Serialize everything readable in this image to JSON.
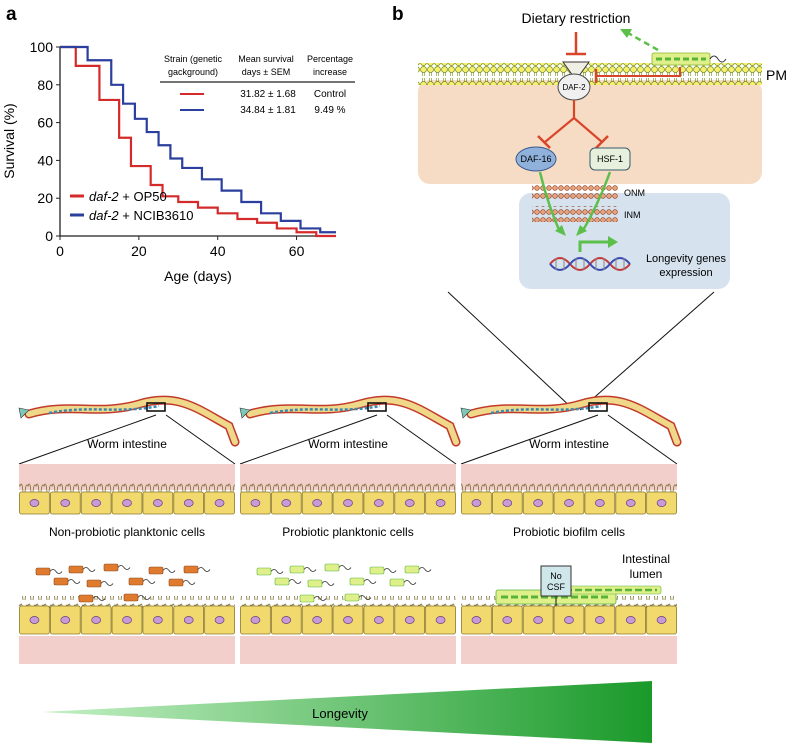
{
  "panel_a": {
    "letter": "a",
    "ylabel": "Survival (%)",
    "xlabel": "Age (days)",
    "ytick_labels": [
      "0",
      "20",
      "40",
      "60",
      "80",
      "100"
    ],
    "xtick_labels": [
      "0",
      "20",
      "40",
      "60"
    ],
    "table": {
      "headers": [
        [
          "Strain (genetic",
          "gackground)"
        ],
        [
          "Mean survival",
          "days ± SEM"
        ],
        [
          "Percentage",
          "increase"
        ]
      ],
      "rows": [
        {
          "survival": "31.82 ± 1.68",
          "increase": "Control",
          "color": "#d42a2a"
        },
        {
          "survival": "34.84 ± 1.81",
          "increase": "9.49 %",
          "color": "#2b3f9e"
        }
      ]
    },
    "legend": [
      {
        "italic": "daf-2",
        "rest": " + OP50",
        "color": "#d42a2a"
      },
      {
        "italic": "daf-2",
        "rest": " + NCIB3610",
        "color": "#2b3f9e"
      }
    ]
  },
  "chart_data": {
    "type": "line",
    "step": true,
    "xlabel": "Age (days)",
    "ylabel": "Survival (%)",
    "xlim": [
      0,
      70
    ],
    "ylim": [
      0,
      100
    ],
    "xticks": [
      0,
      20,
      40,
      60
    ],
    "yticks": [
      0,
      20,
      40,
      60,
      80,
      100
    ],
    "legend_position": "bottom-left",
    "series": [
      {
        "name": "daf-2 + OP50",
        "color": "#d42a2a",
        "x": [
          0,
          4,
          10,
          15,
          18,
          23,
          26,
          30,
          35,
          40,
          45,
          50,
          55,
          60,
          65,
          70
        ],
        "y": [
          100,
          90,
          72,
          52,
          37,
          27,
          21,
          18,
          15,
          12,
          9,
          7,
          4,
          2,
          0,
          0
        ]
      },
      {
        "name": "daf-2 + NCIB3610",
        "color": "#2b3f9e",
        "x": [
          0,
          7,
          13,
          16,
          19,
          22,
          25,
          28,
          31,
          36,
          41,
          46,
          51,
          56,
          61,
          66,
          70
        ],
        "y": [
          100,
          93,
          80,
          70,
          62,
          55,
          48,
          41,
          36,
          30,
          24,
          18,
          12,
          8,
          4,
          2,
          2
        ]
      }
    ]
  },
  "panel_b": {
    "letter": "b",
    "dietary_restriction": "Dietary restriction",
    "pm": "PM",
    "daf2": "DAF-2",
    "daf16": "DAF-16",
    "hsf1": "HSF-1",
    "onm": "ONM",
    "inm": "INM",
    "longevity_genes": [
      "Longevity genes",
      "expression"
    ]
  },
  "bottom": {
    "worm_intestine": "Worm intestine",
    "captions": [
      "Non-probiotic planktonic cells",
      "Probiotic planktonic cells",
      "Probiotic biofilm cells"
    ],
    "intestinal_lumen": [
      "Intestinal",
      "lumen"
    ],
    "no_csf": [
      "No",
      "CSF"
    ],
    "longevity": "Longevity"
  },
  "colors": {
    "red": "#d42a2a",
    "blue": "#2b3f9e",
    "green_arrow": "#5cbf4a",
    "bacteria_orange": "#e07a2e",
    "bacteria_green": "#b7d84a",
    "cytoplasm": "#f6dcc4",
    "nucleus": "#d6e3ef"
  }
}
